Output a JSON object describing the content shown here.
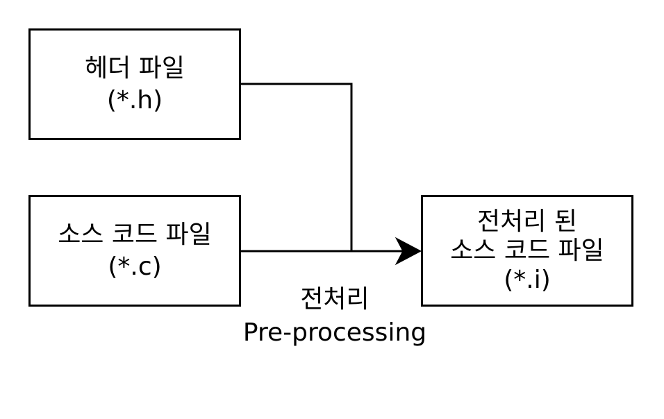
{
  "nodes": {
    "header_file": {
      "label": "헤더 파일",
      "ext": "(*.h)"
    },
    "source_file": {
      "label": "소스 코드 파일",
      "ext": "(*.c)"
    },
    "preprocessed_file": {
      "label_line1": "전처리 된",
      "label_line2": "소스 코드 파일",
      "ext": "(*.i)"
    }
  },
  "edge": {
    "label_ko": "전처리",
    "label_en": "Pre-processing"
  },
  "colors": {
    "stroke": "#000000",
    "background": "#ffffff",
    "text": "#000000"
  }
}
